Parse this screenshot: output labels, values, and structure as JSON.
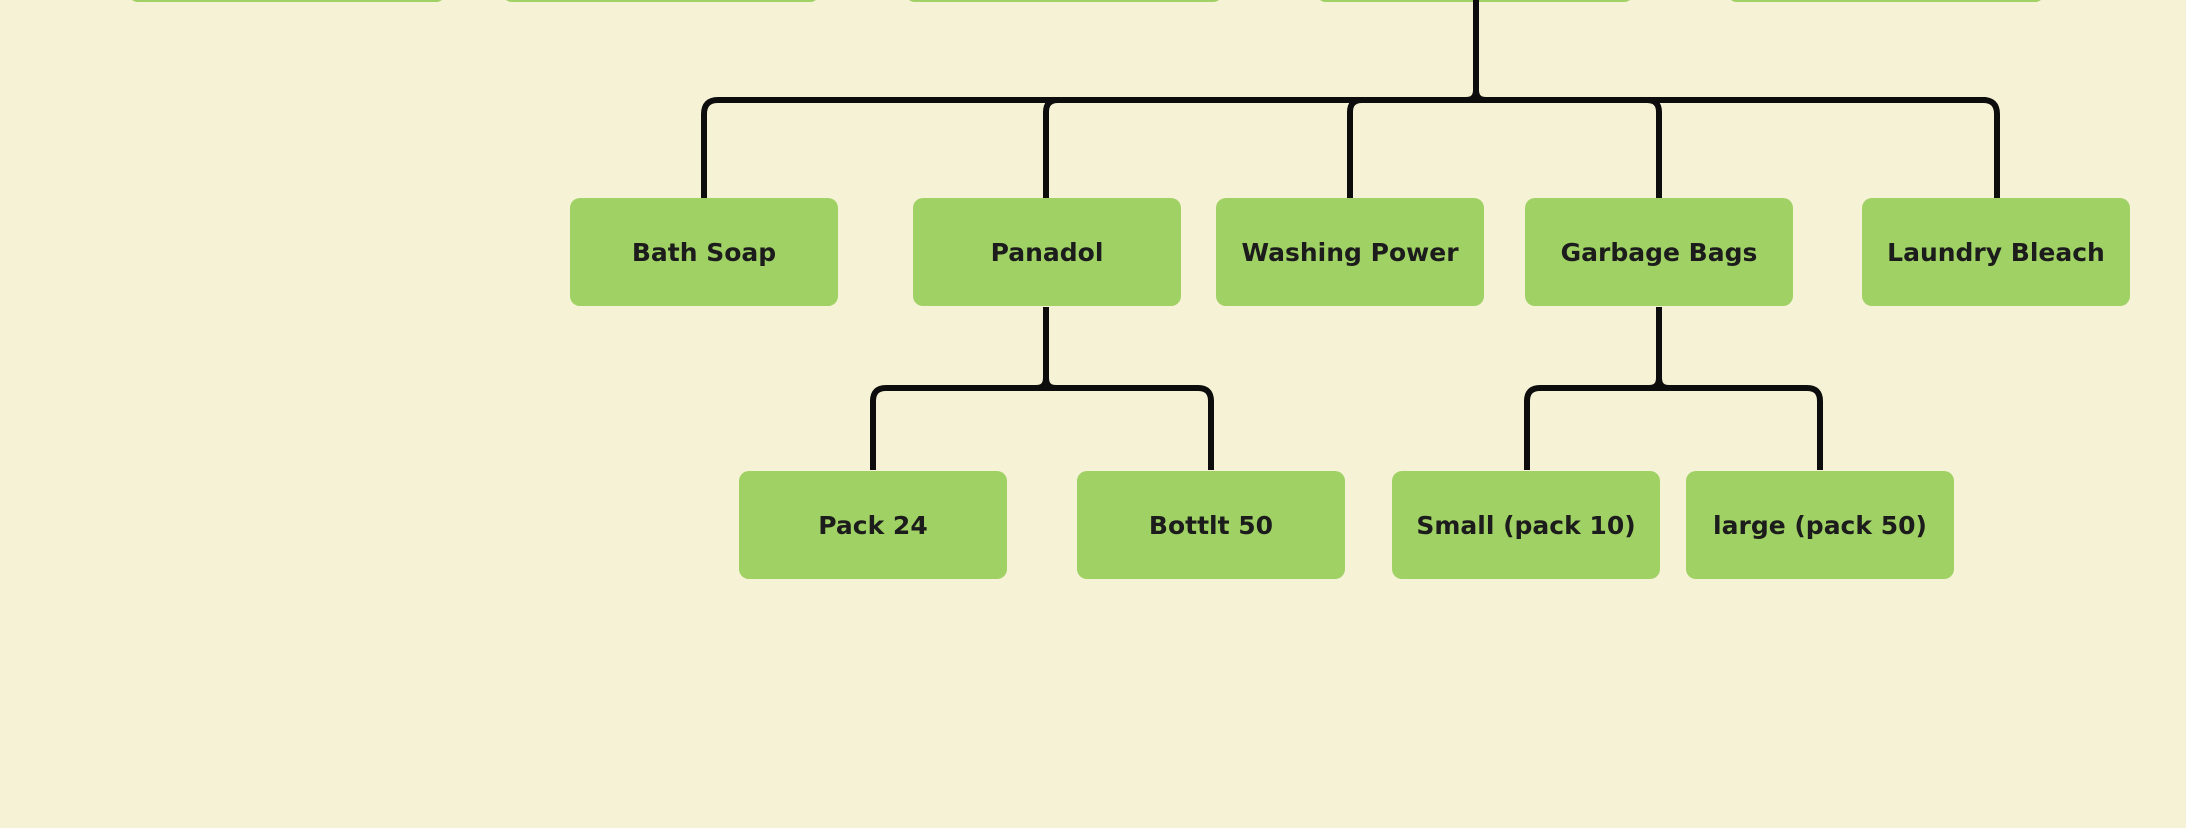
{
  "diagram": {
    "level1": [
      {
        "label": "Bath Soap"
      },
      {
        "label": "Panadol"
      },
      {
        "label": "Washing Power"
      },
      {
        "label": "Garbage Bags"
      },
      {
        "label": "Laundry Bleach"
      }
    ],
    "level2_panadol": [
      {
        "label": "Pack 24"
      },
      {
        "label": "Bottlt 50"
      }
    ],
    "level2_garbage": [
      {
        "label": "Small (pack 10)"
      },
      {
        "label": "large (pack 50)"
      }
    ],
    "colors": {
      "background": "#f5f2d5",
      "node_fill": "#a0d164",
      "connector": "#0d0d0d",
      "text": "#1c1c1c"
    }
  }
}
